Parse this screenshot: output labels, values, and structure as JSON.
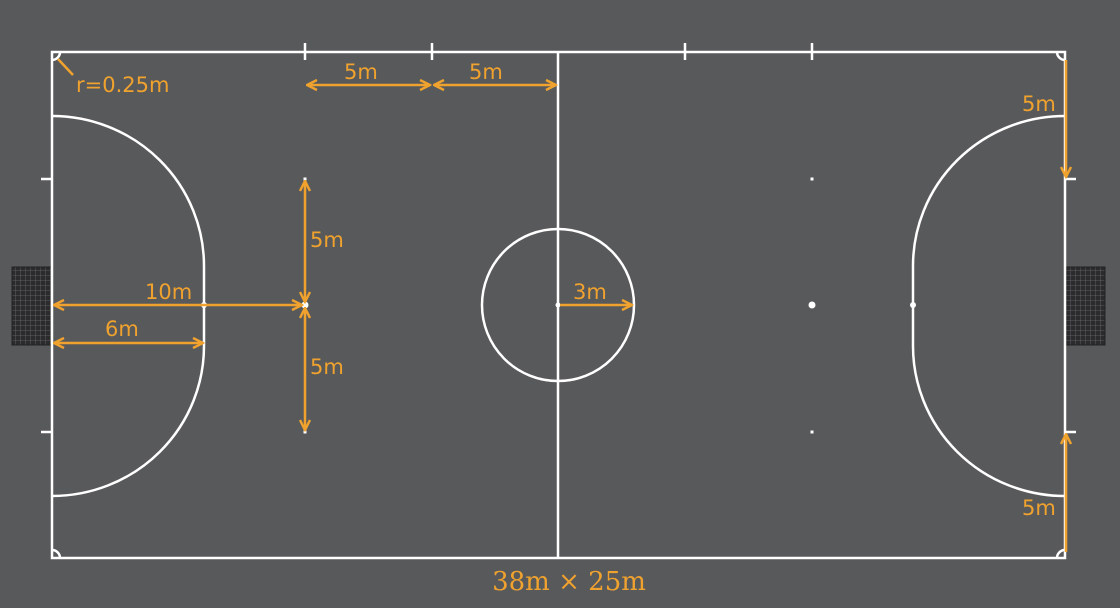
{
  "diagram": {
    "title": "38m × 25m",
    "labels": {
      "corner_radius": "r=0.25m",
      "top_left_5m": "5m",
      "top_right_5m": "5m",
      "upper_5m": "5m",
      "lower_5m": "5m",
      "ten_m": "10m",
      "six_m": "6m",
      "center_radius": "3m",
      "right_top_5m": "5m",
      "right_bottom_5m": "5m"
    },
    "colors": {
      "court": "#58595b",
      "lines": "#ffffff",
      "dimension": "#f0a22e",
      "goal": "#2b2b2d"
    }
  }
}
